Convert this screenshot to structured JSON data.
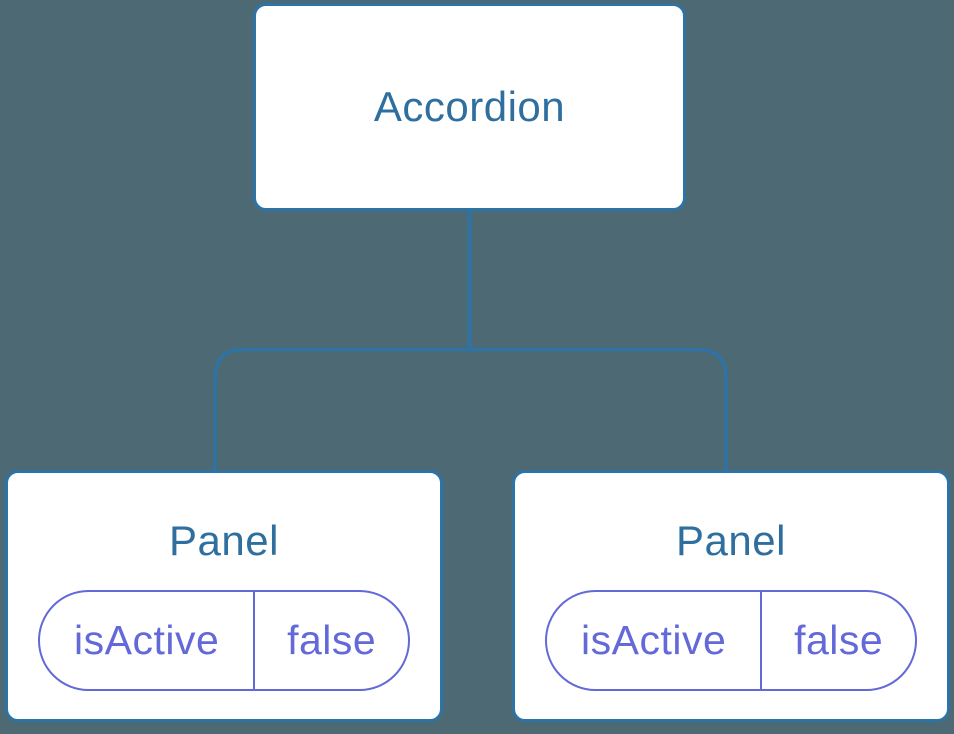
{
  "colors": {
    "background": "#4D6973",
    "connector_blue": "#2E73A6",
    "heading_blue": "#2E6F9F",
    "state_purple": "#6369D8",
    "box_fill": "#FFFFFF"
  },
  "tree": {
    "root": {
      "label": "Accordion"
    },
    "children": [
      {
        "label": "Panel",
        "state": {
          "name": "isActive",
          "value": "false"
        }
      },
      {
        "label": "Panel",
        "state": {
          "name": "isActive",
          "value": "false"
        }
      }
    ]
  }
}
